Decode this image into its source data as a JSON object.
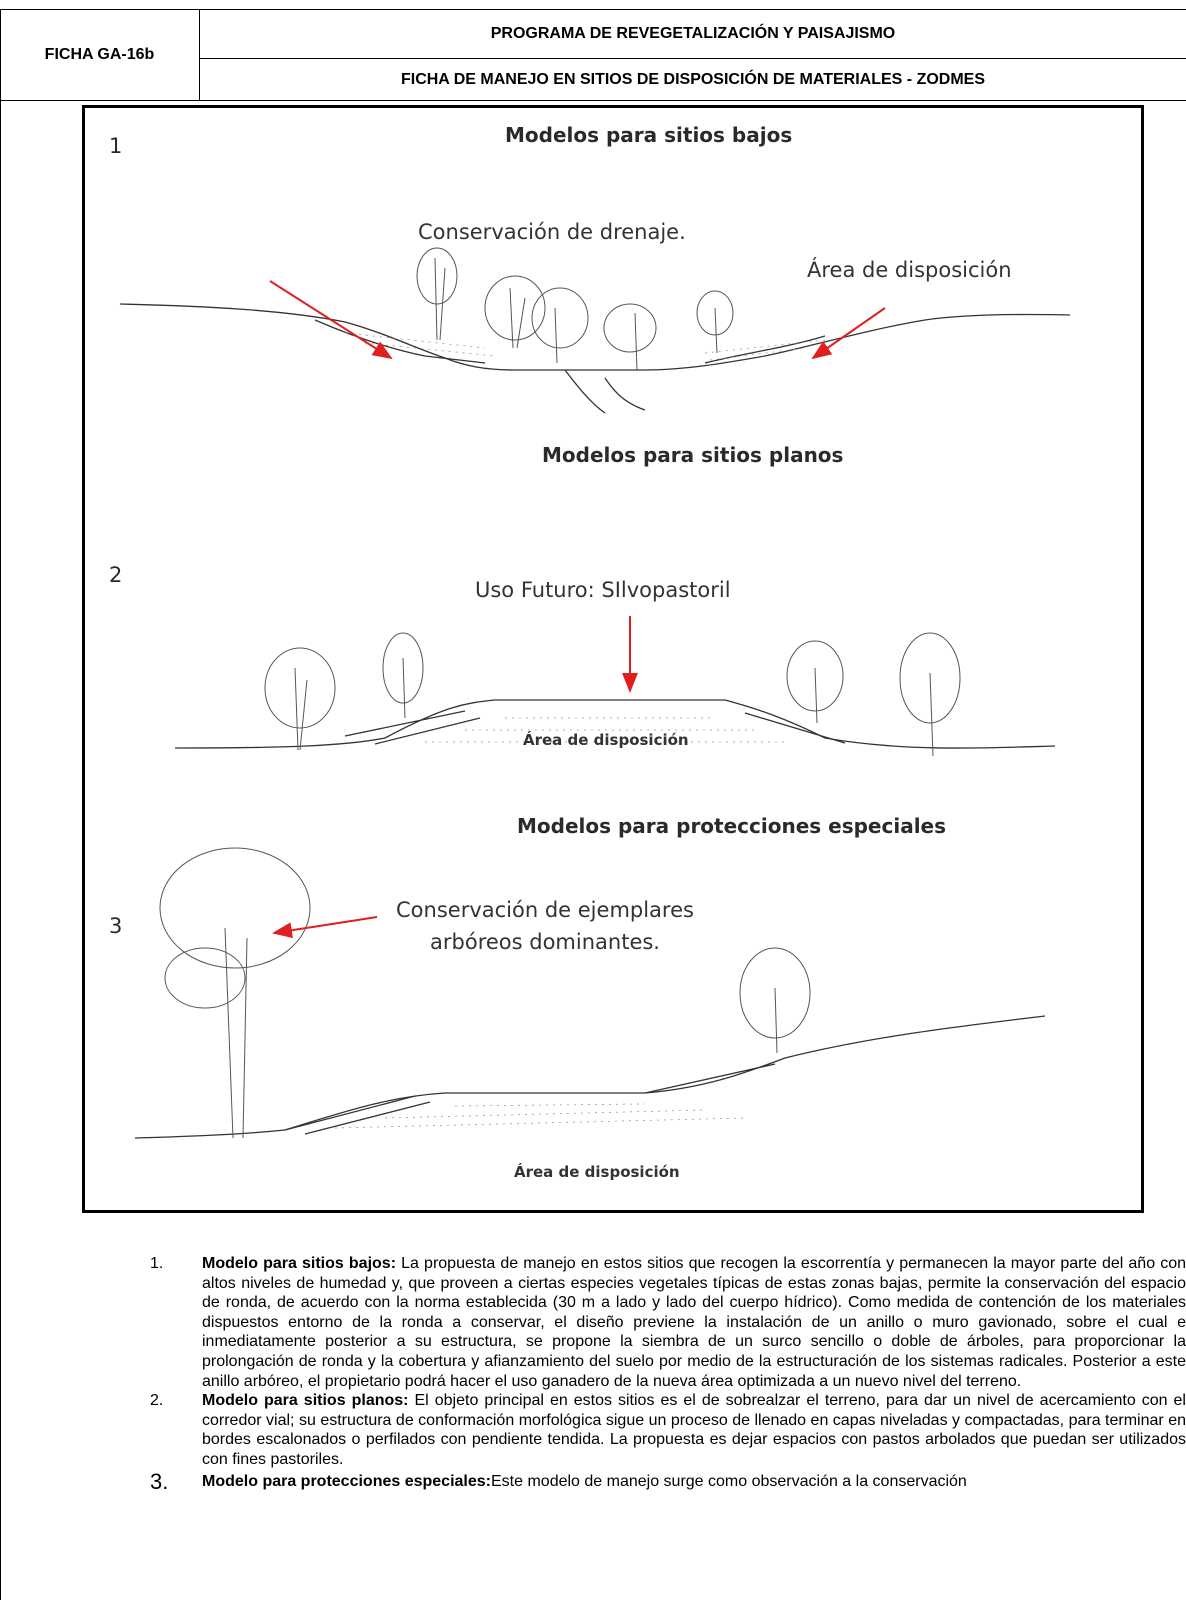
{
  "header": {
    "code": "FICHA GA-16b",
    "title": "PROGRAMA DE REVEGETALIZACIÓN Y PAISAJISMO",
    "subtitle": "FICHA DE MANEJO EN SITIOS DE DISPOSICIÓN DE MATERIALES - ZODMES"
  },
  "figure": {
    "model1": {
      "number": "1",
      "heading": "Modelos para sitios bajos",
      "label_left": "Conservación de drenaje.",
      "label_right": "Área de disposición"
    },
    "model2": {
      "heading_above": "Modelos para sitios planos",
      "number": "2",
      "label_top": "Uso Futuro: SIlvopastoril",
      "label_mound": "Área de disposición"
    },
    "model3": {
      "heading_above": "Modelos para protecciones especiales",
      "number": "3",
      "label_line1": "Conservación de ejemplares",
      "label_line2": "arbóreos dominantes.",
      "label_bottom": "Área de disposición"
    }
  },
  "items": [
    {
      "num": "1.",
      "title": "Modelo para sitios bajos:",
      "text": " La propuesta de manejo en estos sitios que recogen la escorrentía y permanecen la mayor parte del año con altos niveles de humedad y, que proveen a ciertas especies vegetales típicas de estas zonas bajas, permite la conservación del espacio de ronda, de acuerdo con la norma establecida (30 m a lado y lado del cuerpo hídrico). Como medida de contención de los materiales dispuestos entorno de la ronda a conservar, el diseño previene la instalación de un anillo o muro gavionado, sobre el cual e inmediatamente posterior a su estructura, se propone la siembra de un surco sencillo o doble de árboles, para proporcionar la prolongación de ronda y la cobertura y afianzamiento del suelo por medio de la estructuración de los sistemas radicales. Posterior a este anillo arbóreo, el propietario podrá hacer el uso ganadero de la nueva área optimizada a un nuevo nivel del terreno."
    },
    {
      "num": "2.",
      "title": "Modelo para sitios planos:",
      "text": " El objeto principal en estos sitios es el de sobrealzar el terreno, para dar un nivel de acercamiento con el corredor vial; su estructura de conformación morfológica sigue un proceso de llenado en capas niveladas y compactadas, para terminar en bordes escalonados o perfilados con pendiente tendida. La propuesta es dejar espacios con pastos arbolados que puedan ser utilizados con fines pastoriles."
    },
    {
      "num": "3.",
      "title": "Modelo para protecciones especiales:",
      "text": "Este modelo de manejo surge como observación a la conservación"
    }
  ]
}
